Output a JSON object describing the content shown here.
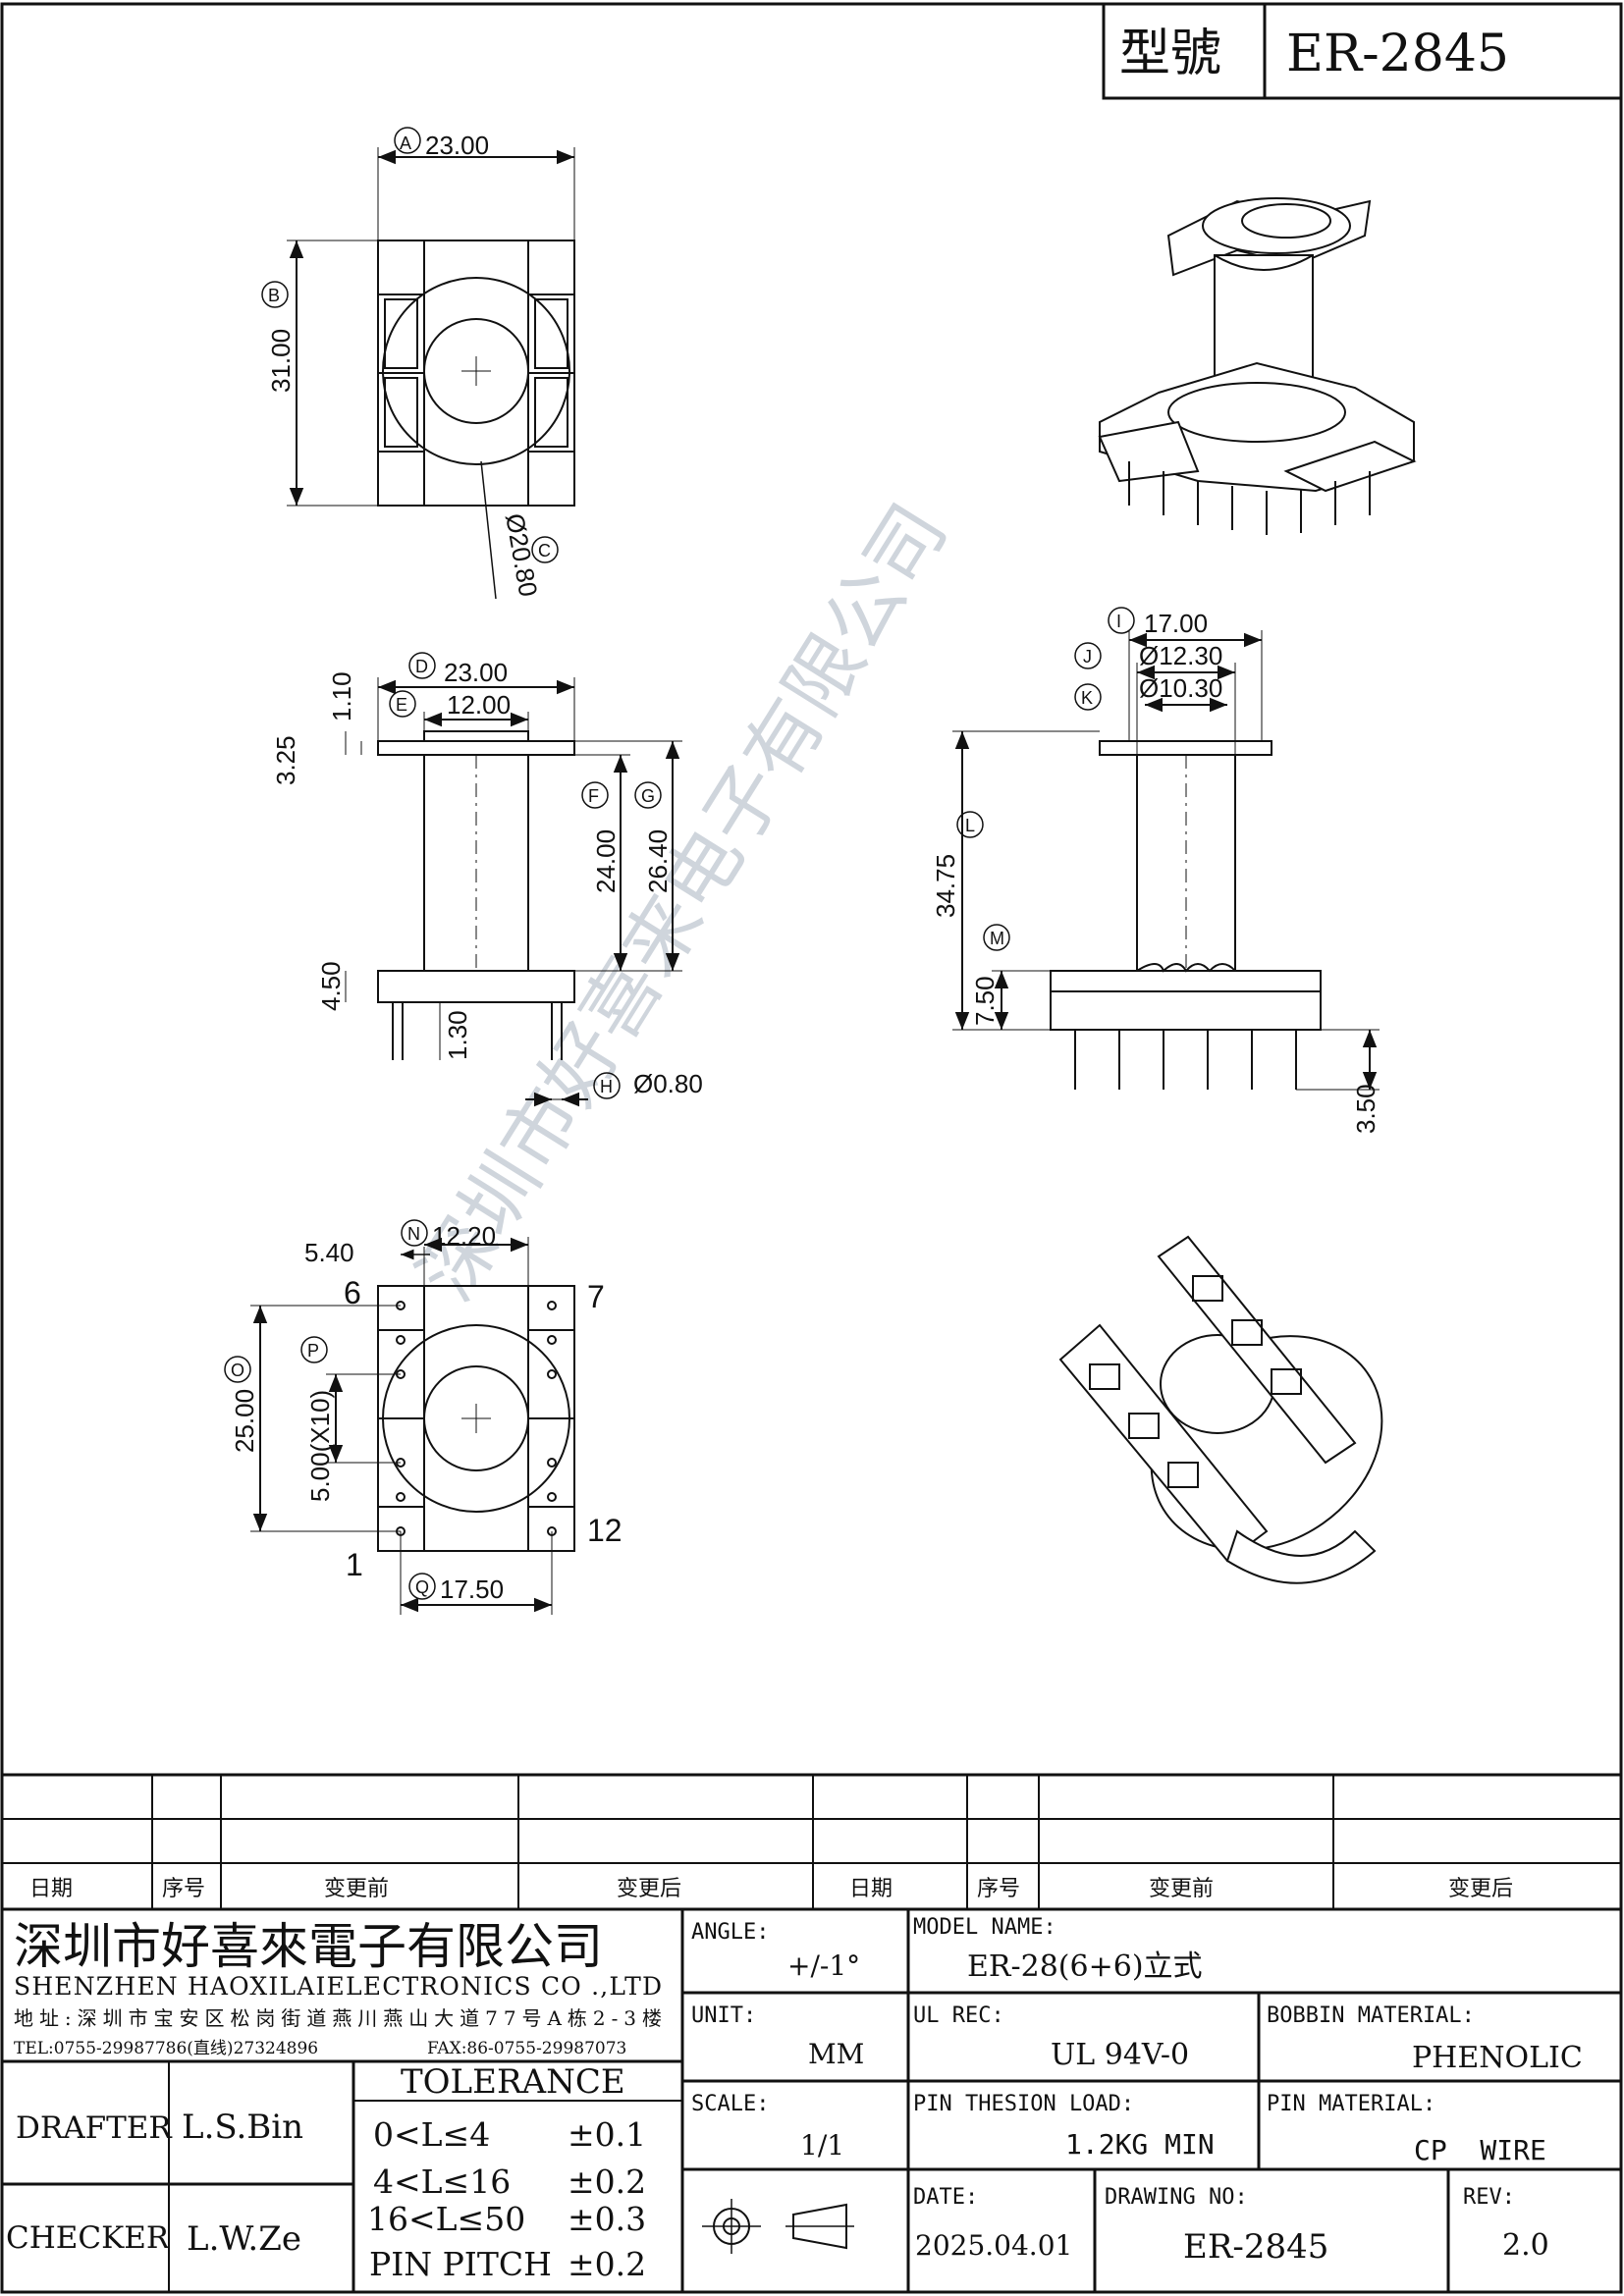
{
  "header": {
    "label_model": "型號",
    "model": "ER-2845"
  },
  "views": {
    "top": {
      "A": "23.00",
      "B": "31.00",
      "C": "Ø20.80"
    },
    "side": {
      "D": "23.00",
      "E": "12.00",
      "d110": "1.10",
      "d325": "3.25",
      "F": "24.00",
      "G": "26.40",
      "d450": "4.50",
      "d130": "1.30",
      "H": "Ø0.80"
    },
    "front": {
      "I": "17.00",
      "J": "Ø12.30",
      "K": "Ø10.30",
      "L": "34.75",
      "M": "7.50",
      "d350": "3.50"
    },
    "bottom": {
      "d540": "5.40",
      "N": "12.20",
      "O": "25.00",
      "P": "5.00(X10)",
      "Q": "17.50",
      "pin6": "6",
      "pin7": "7",
      "pin1": "1",
      "pin12": "12"
    },
    "letters": [
      "A",
      "B",
      "C",
      "D",
      "E",
      "F",
      "G",
      "H",
      "I",
      "J",
      "K",
      "L",
      "M",
      "N",
      "O",
      "P",
      "Q"
    ]
  },
  "watermark": "深圳市好喜来电子有限公司",
  "revision_table": {
    "col_date": "日期",
    "col_seq": "序号",
    "col_before": "变更前",
    "col_after": "变更后"
  },
  "company": {
    "name_cn": "深圳市好喜來電子有限公司",
    "name_en": "SHENZHEN HAOXILAIELECTRONICS CO .,LTD",
    "address": "地址:深圳市宝安区松岗街道燕川燕山大道77号A栋2-3楼",
    "tel": "TEL:0755-29987786(直线)27324896",
    "fax": "FAX:86-0755-29987073"
  },
  "drafter": {
    "label": "DRAFTER",
    "value": "L.S.Bin"
  },
  "checker": {
    "label": "CHECKER",
    "value": "L.W.Ze"
  },
  "tolerance": {
    "title": "TOLERANCE",
    "rows": [
      {
        "range": "0<L≤4",
        "value": "±0.1"
      },
      {
        "range": "4<L≤16",
        "value": "±0.2"
      },
      {
        "range": "16<L≤50",
        "value": "±0.3"
      },
      {
        "range": "PIN PITCH",
        "value": "±0.2"
      }
    ]
  },
  "angle": {
    "label": "ANGLE:",
    "value": "+/-1°"
  },
  "unit": {
    "label": "UNIT:",
    "value": "MM"
  },
  "scale": {
    "label": "SCALE:",
    "value": "1/1"
  },
  "model_name": {
    "label": "MODEL NAME:",
    "value": "ER-28(6+6)立式"
  },
  "ul_rec": {
    "label": "UL REC:",
    "value": "UL 94V-0"
  },
  "bobbin_material": {
    "label": "BOBBIN MATERIAL:",
    "value": "PHENOLIC"
  },
  "pin_tension": {
    "label": "PIN THESION LOAD:",
    "value": "1.2KG MIN"
  },
  "pin_material": {
    "label": "PIN MATERIAL:",
    "value": "CP  WIRE"
  },
  "date": {
    "label": "DATE:",
    "value": "2025.04.01"
  },
  "drawing_no": {
    "label": "DRAWING NO:",
    "value": "ER-2845"
  },
  "rev": {
    "label": "REV:",
    "value": "2.0"
  }
}
